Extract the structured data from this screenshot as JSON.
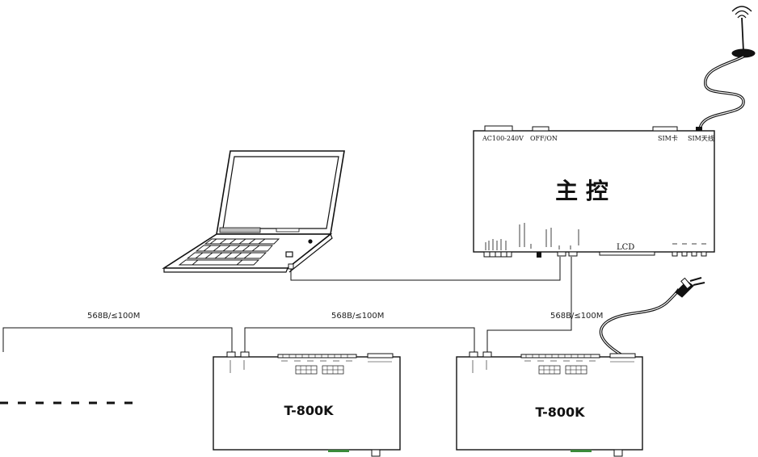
{
  "main_controller": {
    "title": "主 控",
    "power_label": "AC100-240V",
    "switch_label": "OFF/ON",
    "sim_card_label": "SIM卡",
    "sim_antenna_label": "SIM天线",
    "lcd_label": "LCD"
  },
  "links": [
    {
      "label": "568B/≤100M"
    },
    {
      "label": "568B/≤100M"
    },
    {
      "label": "568B/≤100M"
    }
  ],
  "subcontrollers": [
    {
      "model": "T-800K"
    },
    {
      "model": "T-800K"
    }
  ]
}
